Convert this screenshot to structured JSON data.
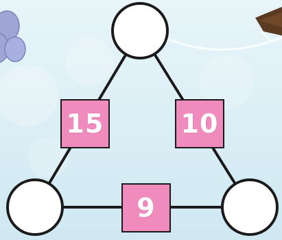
{
  "puzzle": {
    "sum_left": "15",
    "sum_right": "10",
    "sum_bottom": "9",
    "node_top_value": "",
    "node_left_value": "",
    "node_right_value": ""
  },
  "colors": {
    "background": "#dff0f6",
    "box_fill": "#f08bbd",
    "line": "#1a1a1a",
    "flower": "#9fa6d6",
    "kite": "#5b3a22"
  },
  "decorations": {
    "flower_icon": "flower-icon",
    "kite_icon": "kite-icon"
  }
}
